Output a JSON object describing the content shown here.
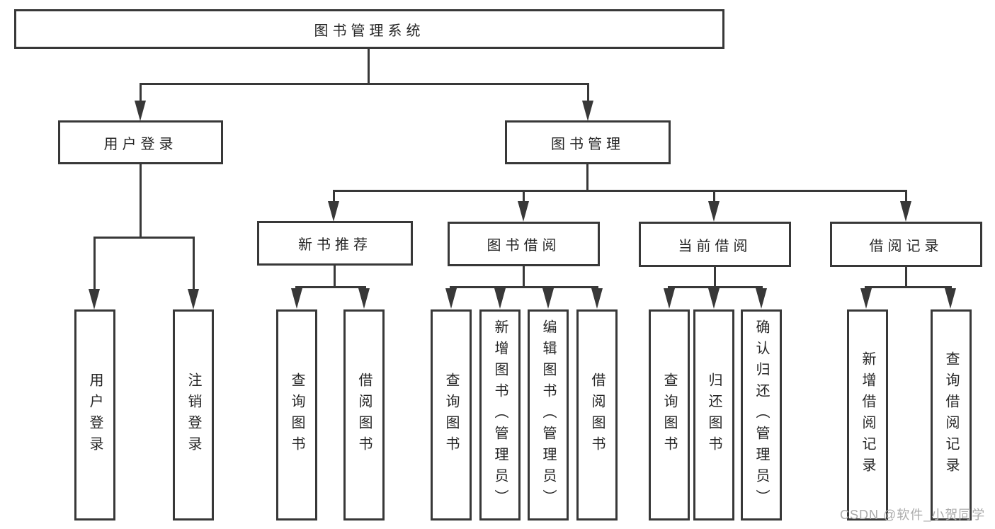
{
  "tree": {
    "label": "图书管理系统",
    "children": [
      {
        "label": "用户登录",
        "children": [
          {
            "label": "用户登录"
          },
          {
            "label": "注销登录"
          }
        ]
      },
      {
        "label": "图书管理",
        "children": [
          {
            "label": "新书推荐",
            "children": [
              {
                "label": "查询图书"
              },
              {
                "label": "借阅图书"
              }
            ]
          },
          {
            "label": "图书借阅",
            "children": [
              {
                "label": "查询图书"
              },
              {
                "label": "新增图书（管理员）"
              },
              {
                "label": "编辑图书（管理员）"
              },
              {
                "label": "借阅图书"
              }
            ]
          },
          {
            "label": "当前借阅",
            "children": [
              {
                "label": "查询图书"
              },
              {
                "label": "归还图书"
              },
              {
                "label": "确认归还（管理员）"
              }
            ]
          },
          {
            "label": "借阅记录",
            "children": [
              {
                "label": "新增借阅记录"
              },
              {
                "label": "查询借阅记录"
              }
            ]
          }
        ]
      }
    ]
  },
  "watermark": {
    "text": "CSDN @软件_小贺同学",
    "color": "#ababab"
  },
  "colors": {
    "line": "#383838",
    "box_border": "#383838",
    "box_fill": "#ffffff",
    "text": "#262626",
    "background": "#ffffff"
  }
}
